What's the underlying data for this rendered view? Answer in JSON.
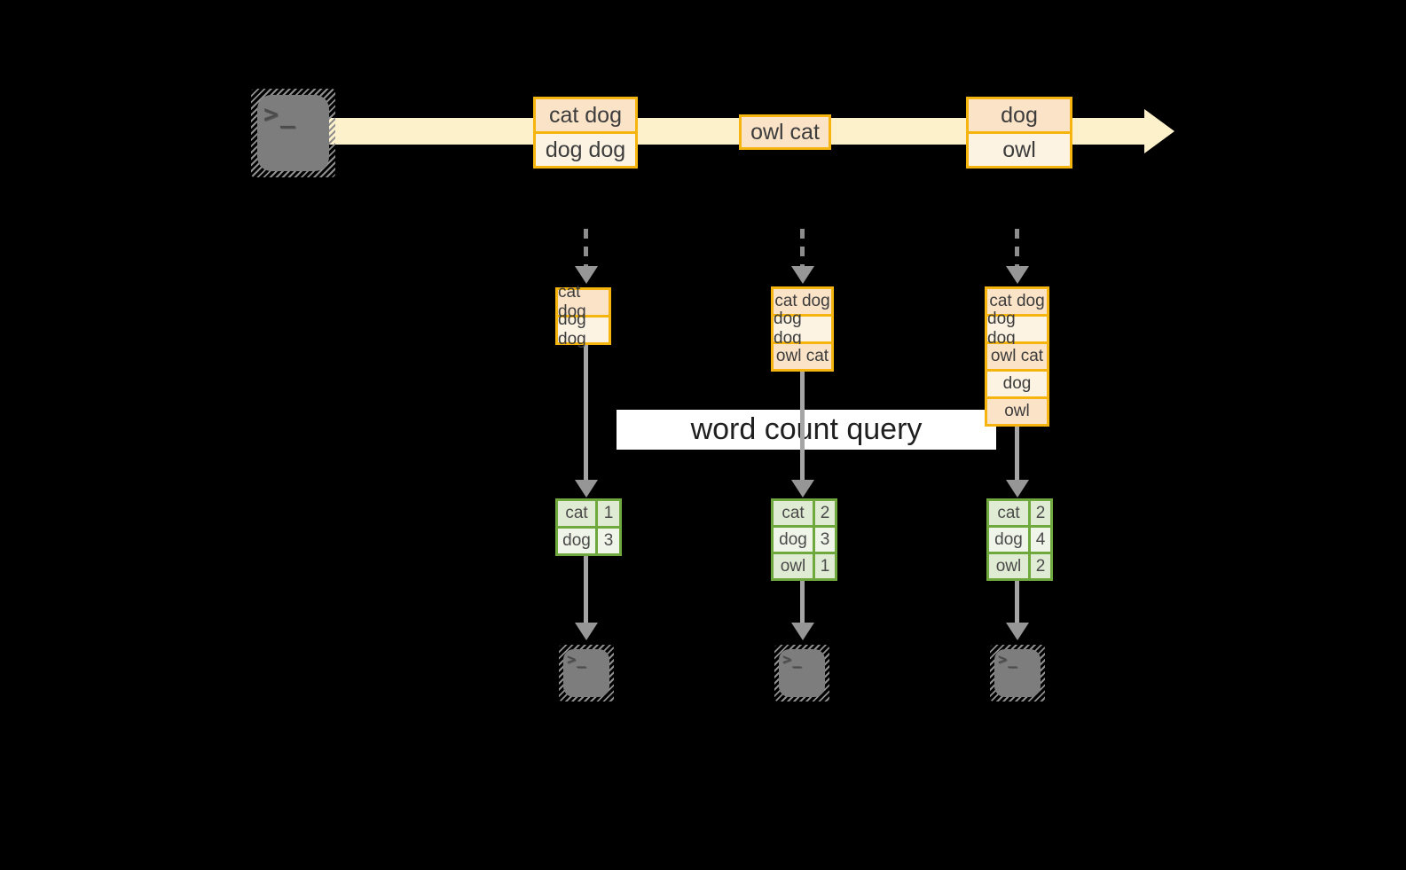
{
  "query": {
    "label": "word count query"
  },
  "icons": {
    "terminal_glyph": ">_"
  },
  "stream": {
    "events": [
      {
        "lines": [
          "cat dog",
          "dog dog"
        ]
      },
      {
        "lines": [
          "owl cat"
        ]
      },
      {
        "lines": [
          "dog",
          "owl"
        ]
      }
    ]
  },
  "columns": [
    {
      "batch": [
        "cat dog",
        "dog dog"
      ],
      "counts": [
        {
          "word": "cat",
          "count": "1"
        },
        {
          "word": "dog",
          "count": "3"
        }
      ]
    },
    {
      "batch": [
        "cat dog",
        "dog dog",
        "owl cat"
      ],
      "counts": [
        {
          "word": "cat",
          "count": "2"
        },
        {
          "word": "dog",
          "count": "3"
        },
        {
          "word": "owl",
          "count": "1"
        }
      ]
    },
    {
      "batch": [
        "cat dog",
        "dog dog",
        "owl cat",
        "dog",
        "owl"
      ],
      "counts": [
        {
          "word": "cat",
          "count": "2"
        },
        {
          "word": "dog",
          "count": "4"
        },
        {
          "word": "owl",
          "count": "2"
        }
      ]
    }
  ],
  "colors": {
    "background": "#000000",
    "stream_band": "#fcf1cb",
    "event_border": "#f6b40e",
    "event_fill_dark": "#fbe3c8",
    "event_fill_light": "#fdf3e3",
    "table_border": "#6fa83c",
    "table_fill_dark": "#e0ebd3",
    "table_fill_light": "#f0f5e9",
    "arrow_gray": "#969696",
    "terminal_gray": "#7d7d7d",
    "query_band": "#ffffff"
  }
}
